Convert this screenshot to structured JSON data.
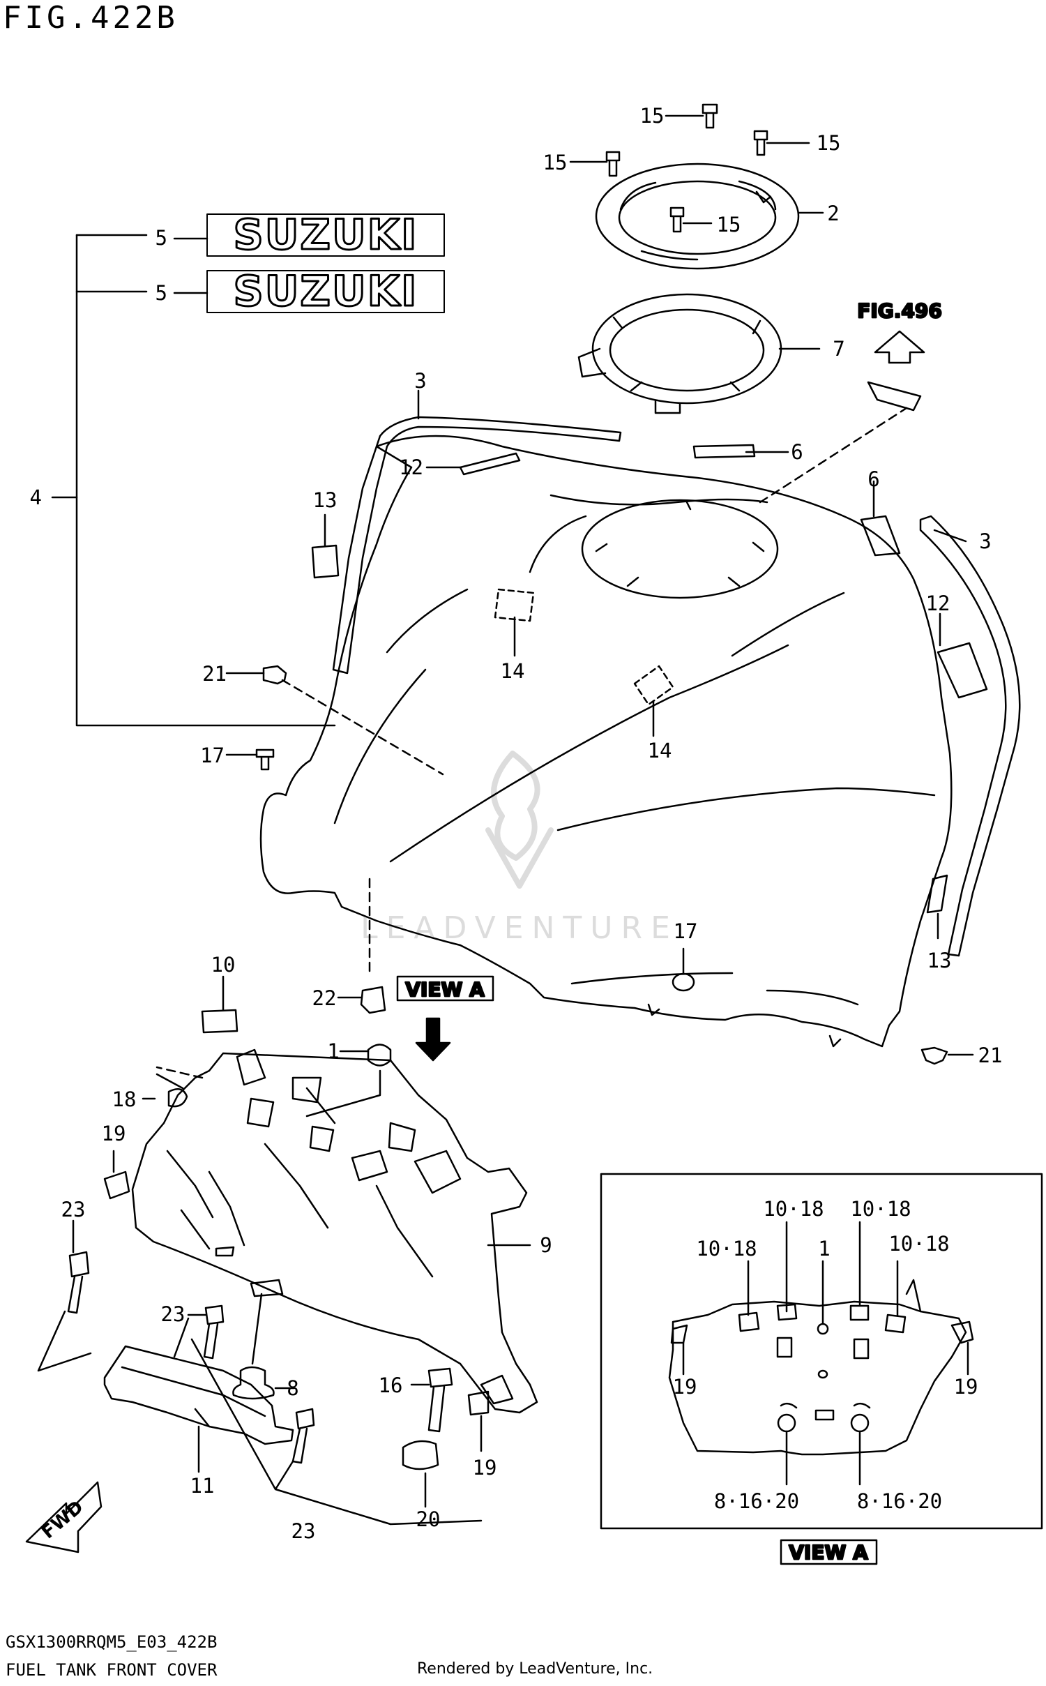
{
  "figure": {
    "title": "FIG.422B",
    "ref_fig": "FIG.496",
    "view_tag": "VIEW A",
    "fwd": "FWD",
    "brand": "SUZUKI",
    "watermark": "LEADVENTURE"
  },
  "callouts": {
    "p1": "1",
    "p2": "2",
    "p3": "3",
    "p4": "4",
    "p5": "5",
    "p6": "6",
    "p7": "7",
    "p8": "8",
    "p9": "9",
    "p10": "10",
    "p11": "11",
    "p12": "12",
    "p13": "13",
    "p14": "14",
    "p15": "15",
    "p16": "16",
    "p17": "17",
    "p18": "18",
    "p19": "19",
    "p20": "20",
    "p21": "21",
    "p22": "22",
    "p23": "23",
    "p10_18": "10·18",
    "p8_16_20": "8·16·20"
  },
  "footer": {
    "model_code": "GSX1300RRQM5_E03_422B",
    "caption": "FUEL TANK FRONT COVER",
    "rendered_by": "Rendered by LeadVenture, Inc."
  },
  "colors": {
    "ink": "#000000",
    "paper": "#ffffff",
    "watermark": "#d8d8d8"
  }
}
